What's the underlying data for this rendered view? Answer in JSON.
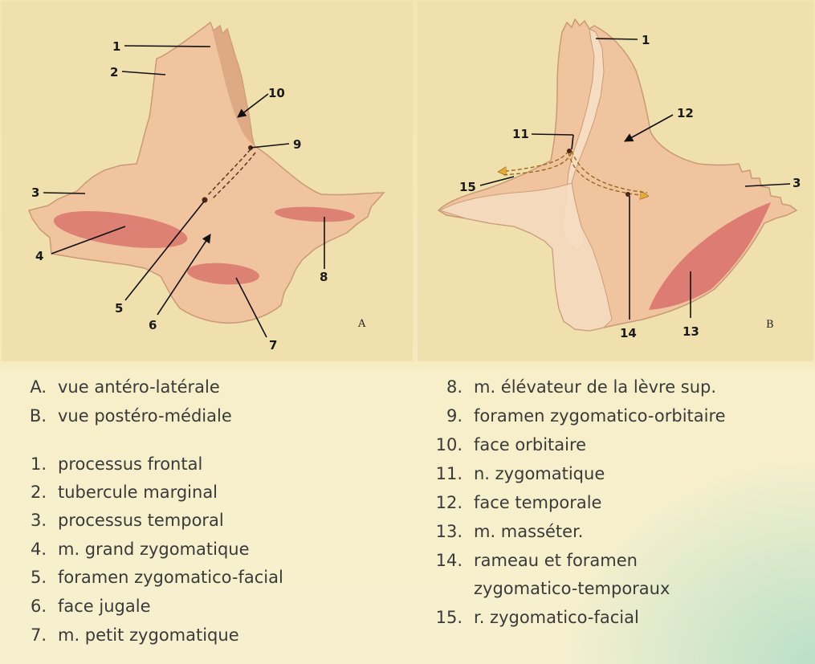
{
  "figure": {
    "panel_a": {
      "letter": "A",
      "callouts": [
        "1",
        "2",
        "3",
        "4",
        "5",
        "6",
        "7",
        "8",
        "9",
        "10"
      ]
    },
    "panel_b": {
      "letter": "B",
      "callouts": [
        "1",
        "3",
        "11",
        "12",
        "13",
        "14",
        "15"
      ]
    }
  },
  "legend": {
    "views": [
      {
        "key": "A.",
        "text": "vue antéro-latérale"
      },
      {
        "key": "B.",
        "text": "vue postéro-médiale"
      }
    ],
    "items_left": [
      {
        "key": "1.",
        "text": "processus frontal"
      },
      {
        "key": "2.",
        "text": "tubercule marginal"
      },
      {
        "key": "3.",
        "text": "processus temporal"
      },
      {
        "key": "4.",
        "text": "m. grand zygomatique"
      },
      {
        "key": "5.",
        "text": "foramen zygomatico-facial"
      },
      {
        "key": "6.",
        "text": "face jugale"
      },
      {
        "key": "7.",
        "text": "m. petit zygomatique"
      }
    ],
    "items_right": [
      {
        "key": "8.",
        "text": "m. élévateur de la lèvre sup."
      },
      {
        "key": "9.",
        "text": "foramen zygomatico-orbitaire"
      },
      {
        "key": "10.",
        "text": "face orbitaire"
      },
      {
        "key": "11.",
        "text": "n. zygomatique"
      },
      {
        "key": "12.",
        "text": "face temporale"
      },
      {
        "key": "13.",
        "text": "m. masséter."
      },
      {
        "key": "14.",
        "text": "rameau et foramen"
      },
      {
        "key": "",
        "text": "zygomatico-temporaux"
      },
      {
        "key": "15.",
        "text": "r. zygomatico-facial"
      }
    ]
  },
  "colors": {
    "bone": "#f0c49e",
    "bone_shadow": "#d9a47e",
    "bone_cut": "#f6dcc0",
    "muscle": "#d8706a",
    "leader": "#111111",
    "nerve_arrow": "#e6a93a",
    "legend_text": "#3a3a3a"
  }
}
